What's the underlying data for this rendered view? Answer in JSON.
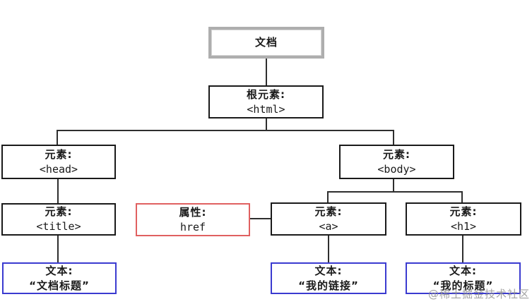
{
  "nodes": {
    "document": {
      "label": "文档"
    },
    "html": {
      "label": "根元素:",
      "value": "<html>"
    },
    "head": {
      "label": "元素:",
      "value": "<head>"
    },
    "body": {
      "label": "元素:",
      "value": "<body>"
    },
    "title": {
      "label": "元素:",
      "value": "<title>"
    },
    "href": {
      "label": "属性:",
      "value": "href"
    },
    "a": {
      "label": "元素:",
      "value": "<a>"
    },
    "h1": {
      "label": "元素:",
      "value": "<h1>"
    },
    "text_doc": {
      "label": "文本:",
      "value": "“文档标题”"
    },
    "text_link": {
      "label": "文本:",
      "value": "“我的链接”"
    },
    "text_heading": {
      "label": "文本:",
      "value": "“我的标题”"
    }
  },
  "watermark": "@稀土掘金技术社区",
  "colors": {
    "element_border": "#1a1a1a",
    "document_border": "#aeaeae",
    "attribute_border": "#e06060",
    "text_border": "#3b3bd0",
    "connector": "#2e2e2e"
  }
}
